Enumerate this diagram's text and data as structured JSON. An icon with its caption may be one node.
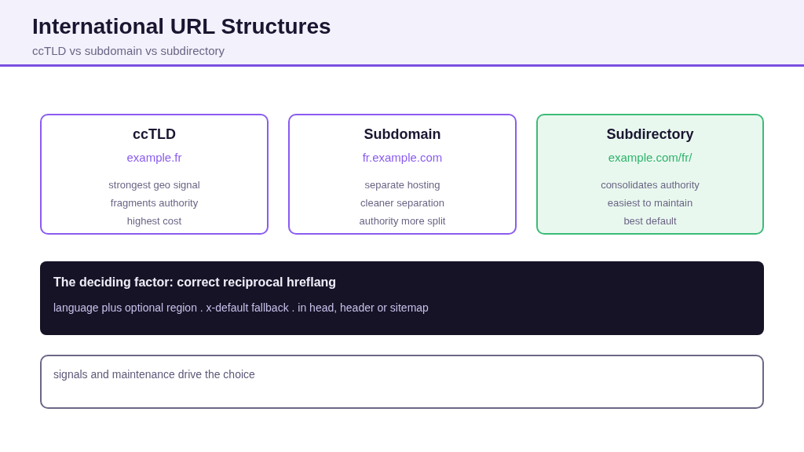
{
  "diagram": {
    "title": "International URL Structures",
    "nodes": [
      {
        "text": [
          "ccTLD",
          "example.fr",
          "strongest geo signal",
          "fragments authority",
          "highest cost"
        ]
      },
      {
        "text": [
          "Subdomain",
          "fr.example.com",
          "separate hosting",
          "cleaner separation",
          "authority more split"
        ]
      },
      {
        "text": [
          "Subdirectory",
          "example.com/fr/",
          "consolidates authority",
          "easiest to maintain",
          "best default"
        ]
      },
      {
        "text": [
          "The deciding factor: correct reciprocal hreflang",
          "language plus optional region . x-default fallback . in head, header or sitemap"
        ]
      },
      {
        "text": [
          "signals and maintenance drive the choice"
        ]
      }
    ],
    "labels": [
      "ccTLD vs subdomain vs subdirectory"
    ]
  }
}
